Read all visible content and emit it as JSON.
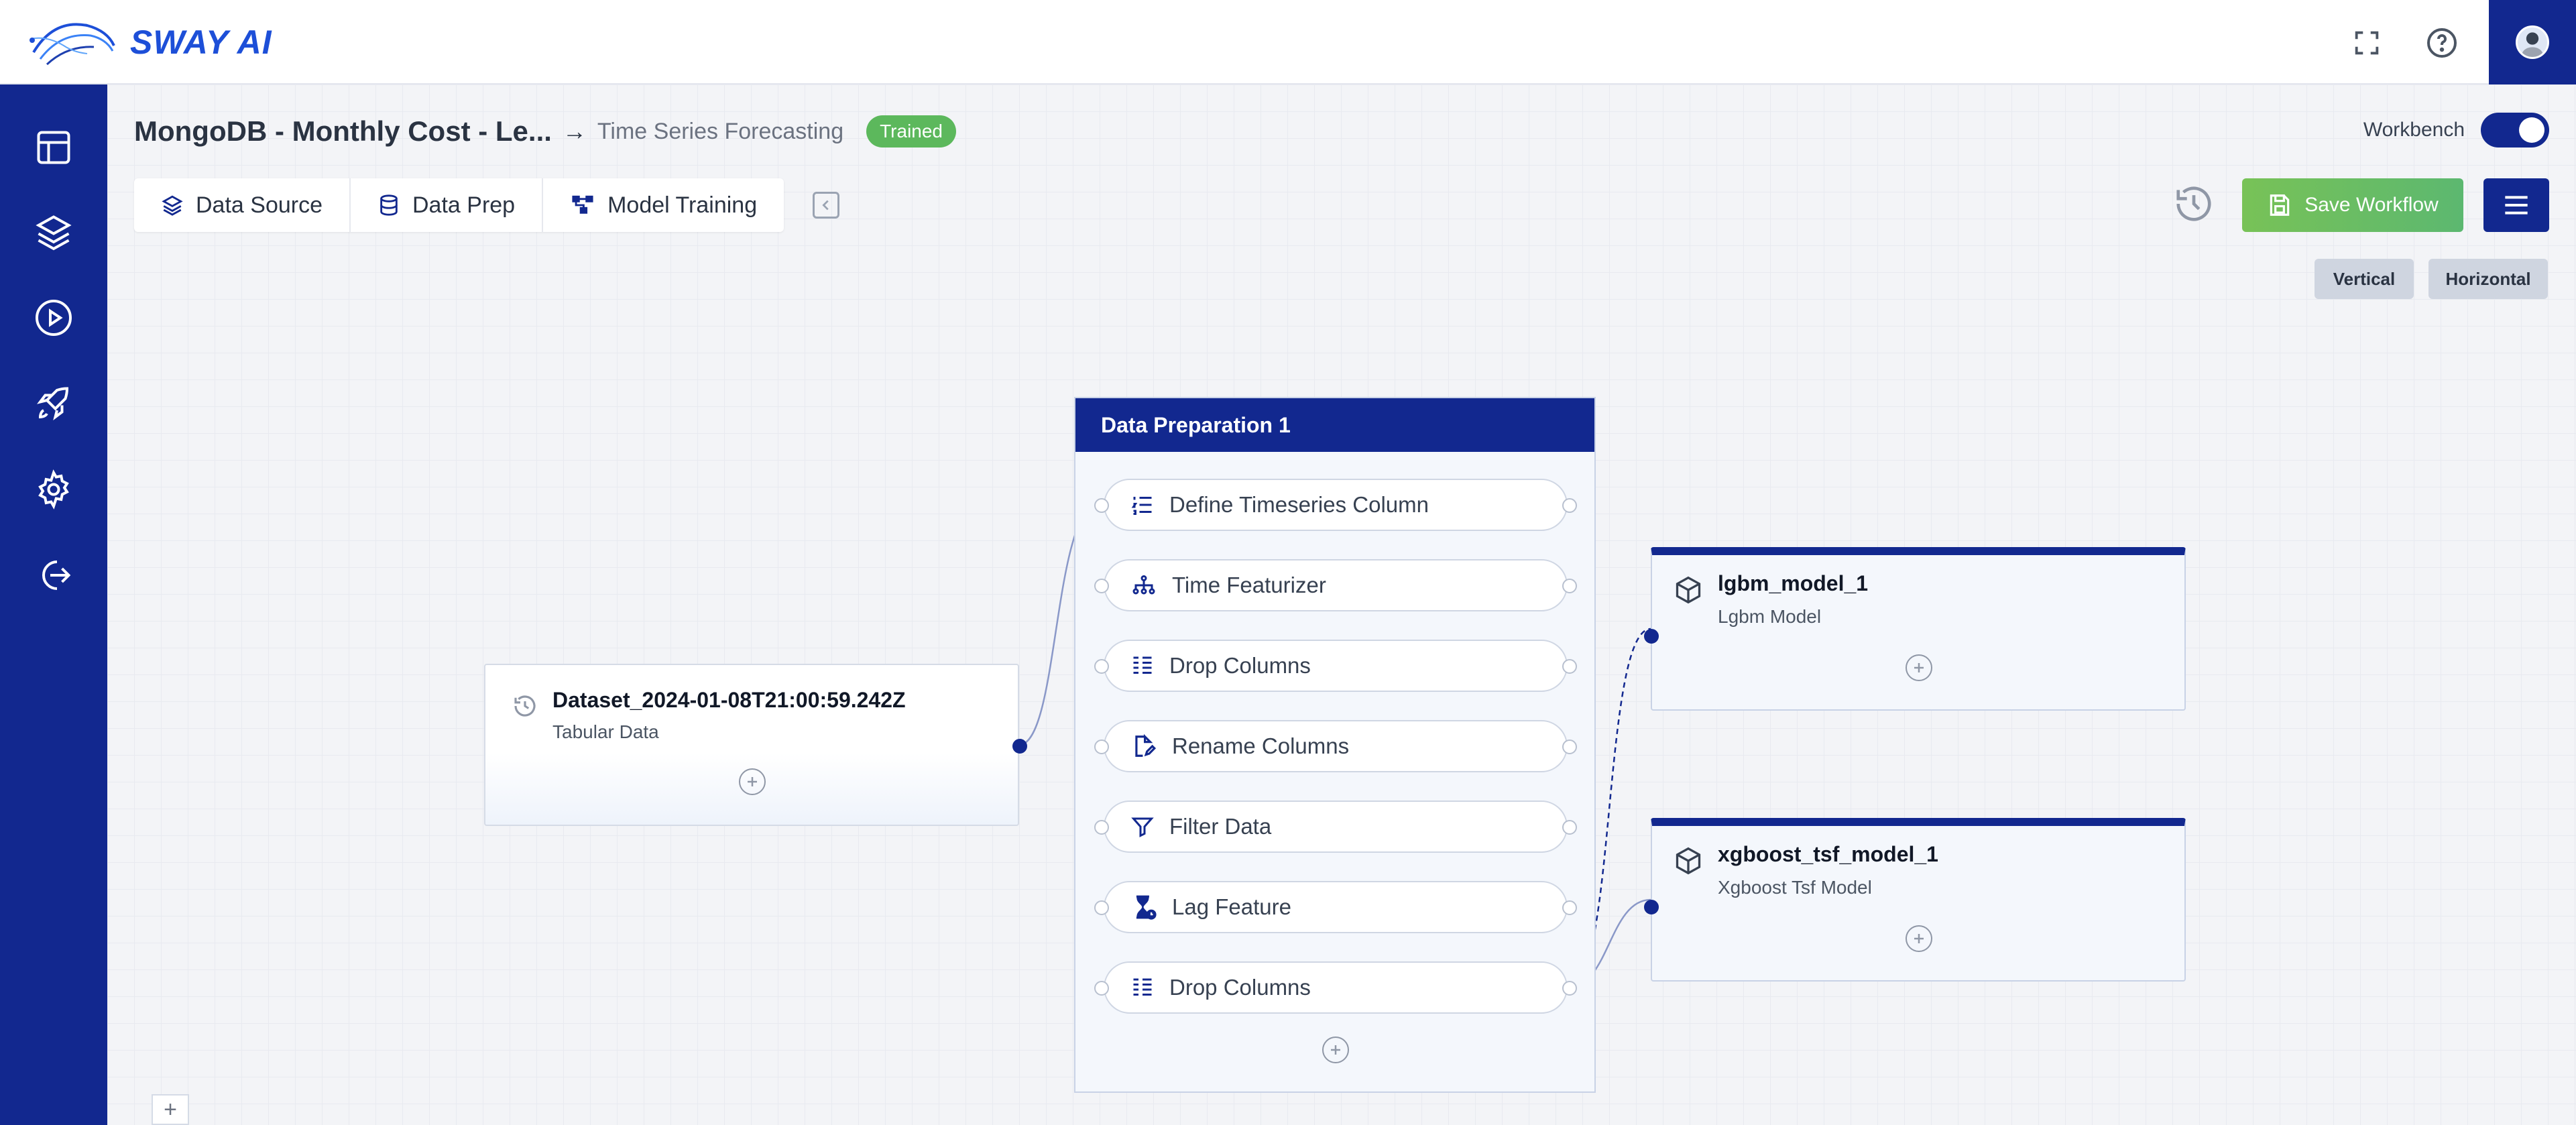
{
  "brand": {
    "name": "SWAY AI"
  },
  "header": {
    "workflow_title": "MongoDB - Monthly Cost - Le...",
    "arrow": "→",
    "workflow_type": "Time Series Forecasting",
    "status": "Trained",
    "workbench_label": "Workbench"
  },
  "tabs": [
    {
      "label": "Data Source",
      "icon": "layers-icon"
    },
    {
      "label": "Data Prep",
      "icon": "database-icon"
    },
    {
      "label": "Model Training",
      "icon": "network-icon"
    }
  ],
  "toolbar": {
    "save_label": "Save Workflow"
  },
  "orientation": {
    "vertical": "Vertical",
    "horizontal": "Horizontal"
  },
  "dataset_node": {
    "title": "Dataset_2024-01-08T21:00:59.242Z",
    "subtitle": "Tabular Data"
  },
  "prep_node": {
    "title": "Data Preparation 1",
    "steps": [
      {
        "label": "Define Timeseries Column",
        "icon": "list-number-icon"
      },
      {
        "label": "Time Featurizer",
        "icon": "hierarchy-icon"
      },
      {
        "label": "Drop Columns",
        "icon": "columns-icon"
      },
      {
        "label": "Rename Columns",
        "icon": "file-edit-icon"
      },
      {
        "label": "Filter Data",
        "icon": "filter-icon"
      },
      {
        "label": "Lag Feature",
        "icon": "hourglass-icon"
      },
      {
        "label": "Drop Columns",
        "icon": "columns-icon"
      }
    ]
  },
  "models": [
    {
      "title": "lgbm_model_1",
      "subtitle": "Lgbm Model"
    },
    {
      "title": "xgboost_tsf_model_1",
      "subtitle": "Xgboost Tsf Model"
    }
  ],
  "canvas": {
    "corner_plus": "+"
  },
  "colors": {
    "primary": "#12288f",
    "success": "#5cb85c",
    "brand_blue": "#1d4fd8"
  }
}
